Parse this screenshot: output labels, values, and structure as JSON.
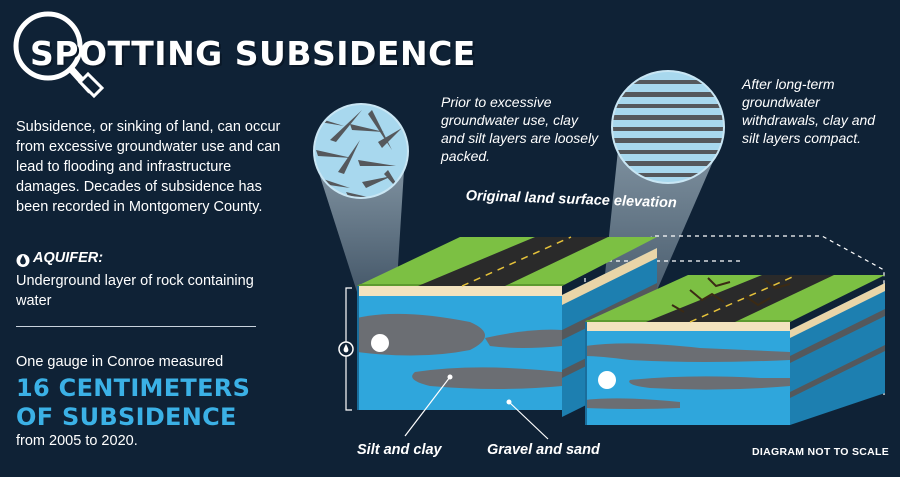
{
  "title": "SPOTTING SUBSIDENCE",
  "intro": "Subsidence, or sinking of land, can occur from excessive groundwater use and can lead to flooding and infrastructure damages. Decades of subsidence has been recorded in Montgomery County.",
  "aquifer": {
    "term": "AQUIFER:",
    "definition": "Underground layer of rock containing water"
  },
  "gauge": {
    "lead": "One gauge in Conroe measured",
    "stat": "16 CENTIMETERS OF SUBSIDENCE",
    "period": "from 2005 to 2020."
  },
  "captions": {
    "before": "Prior to excessive groundwater use, clay and silt layers are loosely packed.",
    "after": "After long-term groundwater withdrawals, clay and silt layers compact."
  },
  "labels": {
    "original_surface": "Original land surface elevation",
    "silt_clay": "Silt and clay",
    "gravel_sand": "Gravel and sand",
    "not_to_scale": "DIAGRAM NOT TO SCALE"
  },
  "colors": {
    "background": "#0f2236",
    "accent": "#3bb1e6",
    "aquifer_blue": "#2fa6dc",
    "grass": "#7cc043",
    "road": "#2a2a2a",
    "silt_clay": "#6b6e73",
    "sand_band": "#f3e3bf"
  },
  "icons": [
    "magnifier-icon",
    "water-drop-icon",
    "drop-marker-icon"
  ]
}
